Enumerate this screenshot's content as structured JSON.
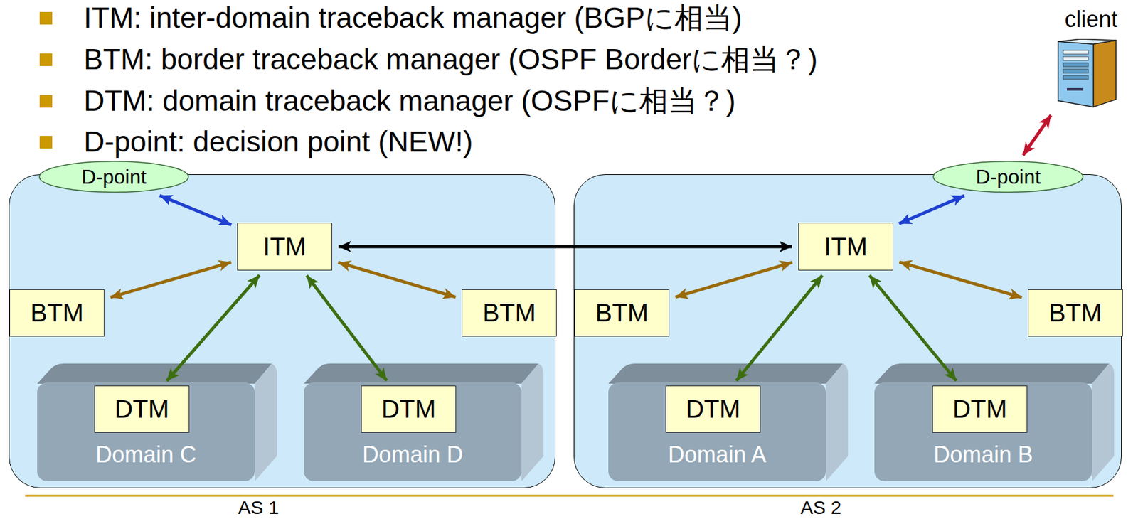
{
  "diagram": {
    "nodes": [
      {
        "text": [
          "AS 1"
        ]
      },
      {
        "text": [
          "D-point"
        ],
        "in": 0
      },
      {
        "text": [
          "ITM"
        ],
        "in": 0
      },
      {
        "text": [
          "BTM"
        ],
        "in": 0
      },
      {
        "text": [
          "BTM"
        ],
        "in": 0
      },
      {
        "text": [
          "Domain C"
        ],
        "in": 0
      },
      {
        "text": [
          "DTM"
        ],
        "in": 5
      },
      {
        "text": [
          "Domain D"
        ],
        "in": 0
      },
      {
        "text": [
          "DTM"
        ],
        "in": 7
      },
      {
        "text": [
          "AS 2"
        ]
      },
      {
        "text": [
          "D-point"
        ],
        "in": 9
      },
      {
        "text": [
          "ITM"
        ],
        "in": 9
      },
      {
        "text": [
          "BTM"
        ],
        "in": 9
      },
      {
        "text": [
          "BTM"
        ],
        "in": 9
      },
      {
        "text": [
          "Domain A"
        ],
        "in": 9
      },
      {
        "text": [
          "DTM"
        ],
        "in": 14
      },
      {
        "text": [
          "Domain B"
        ],
        "in": 9
      },
      {
        "text": [
          "DTM"
        ],
        "in": 16
      },
      {
        "text": [
          "client"
        ]
      }
    ],
    "edges": [
      {
        "from": 1,
        "to": 2,
        "arrow": "both"
      },
      {
        "from": 2,
        "to": 3,
        "arrow": "both"
      },
      {
        "from": 2,
        "to": 4,
        "arrow": "both"
      },
      {
        "from": 2,
        "to": 6,
        "arrow": "both"
      },
      {
        "from": 2,
        "to": 8,
        "arrow": "both"
      },
      {
        "from": 2,
        "to": 11,
        "arrow": "both"
      },
      {
        "from": 10,
        "to": 11,
        "arrow": "both"
      },
      {
        "from": 11,
        "to": 12,
        "arrow": "both"
      },
      {
        "from": 11,
        "to": 13,
        "arrow": "both"
      },
      {
        "from": 11,
        "to": 15,
        "arrow": "both"
      },
      {
        "from": 11,
        "to": 17,
        "arrow": "both"
      },
      {
        "from": 10,
        "to": 18,
        "arrow": "both"
      }
    ],
    "labels": [
      "ITM: inter-domain traceback manager (BGPに相当)",
      "BTM: border traceback manager (OSPF Borderに相当？)",
      "DTM: domain traceback manager (OSPFに相当？)",
      "D-point: decision point (NEW!)"
    ]
  }
}
